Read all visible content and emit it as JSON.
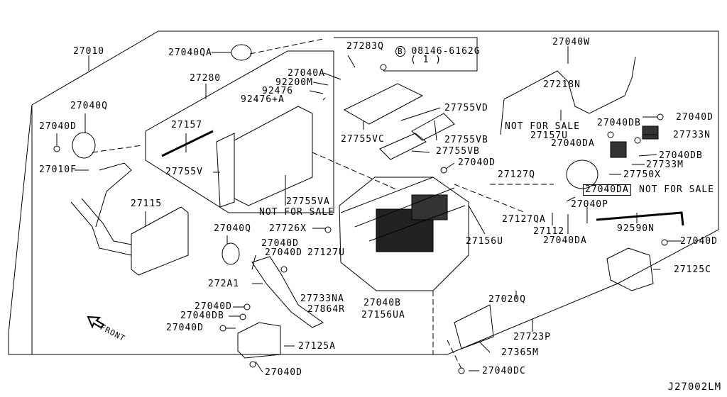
{
  "diagram": {
    "title": "Heater & Blower Unit Parts Diagram",
    "diagram_code": "J27002LM",
    "orientation_label": "FRONT",
    "not_for_sale": "NOT FOR SALE",
    "bolt_callout": {
      "symbol": "B",
      "part": "08146-6162G",
      "qty": "( 1 )"
    },
    "parts": {
      "p27010": "27010",
      "p27040QA": "27040QA",
      "p27280": "27280",
      "p27283Q": "27283Q",
      "p27040A": "27040A",
      "p92200M": "92200M",
      "p92476": "92476",
      "p92476A": "92476+A",
      "p27040Q_top": "27040Q",
      "p27040D_left": "27040D",
      "p27010F": "27010F",
      "p27157": "27157",
      "p27755V": "27755V",
      "p27115": "27115",
      "p27755VA": "27755VA",
      "p27755VC": "27755VC",
      "p27755VD": "27755VD",
      "p27755VB_1": "27755VB",
      "p27755VB_2": "27755VB",
      "p27040D_mid": "27040D",
      "p27040W": "27040W",
      "p27218N": "27218N",
      "p27157U": "27157U",
      "p27040DA_1": "27040DA",
      "p27127Q": "27127Q",
      "p27040DA_2": "27040DA",
      "p27040DB_1": "27040DB",
      "p27040D_r1": "27040D",
      "p27733N": "27733N",
      "p27040DB_2": "27040DB",
      "p27733M": "27733M",
      "p27750X": "27750X",
      "p27127QA": "27127QA",
      "p27112": "27112",
      "p27040DA_3": "27040DA",
      "p27040P": "27040P",
      "p92590N": "92590N",
      "p27156U": "27156U",
      "p27040D_r2": "27040D",
      "p27125C": "27125C",
      "p27040Q_low": "27040Q",
      "p27726X": "27726X",
      "p27040D_a": "27040D",
      "p27040D_b": "27040D",
      "p27127U": "27127U",
      "p272A1": "272A1",
      "p27733NA": "27733NA",
      "p27864R": "27864R",
      "p27040B": "27040B",
      "p27156UA": "27156UA",
      "p27040D_c": "27040D",
      "p27040DB_3": "27040DB",
      "p27040D_d": "27040D",
      "p27125A": "27125A",
      "p27040D_e": "27040D",
      "p27020Q": "27020Q",
      "p27723P": "27723P",
      "p27365M": "27365M",
      "p27040DC": "27040DC"
    }
  }
}
